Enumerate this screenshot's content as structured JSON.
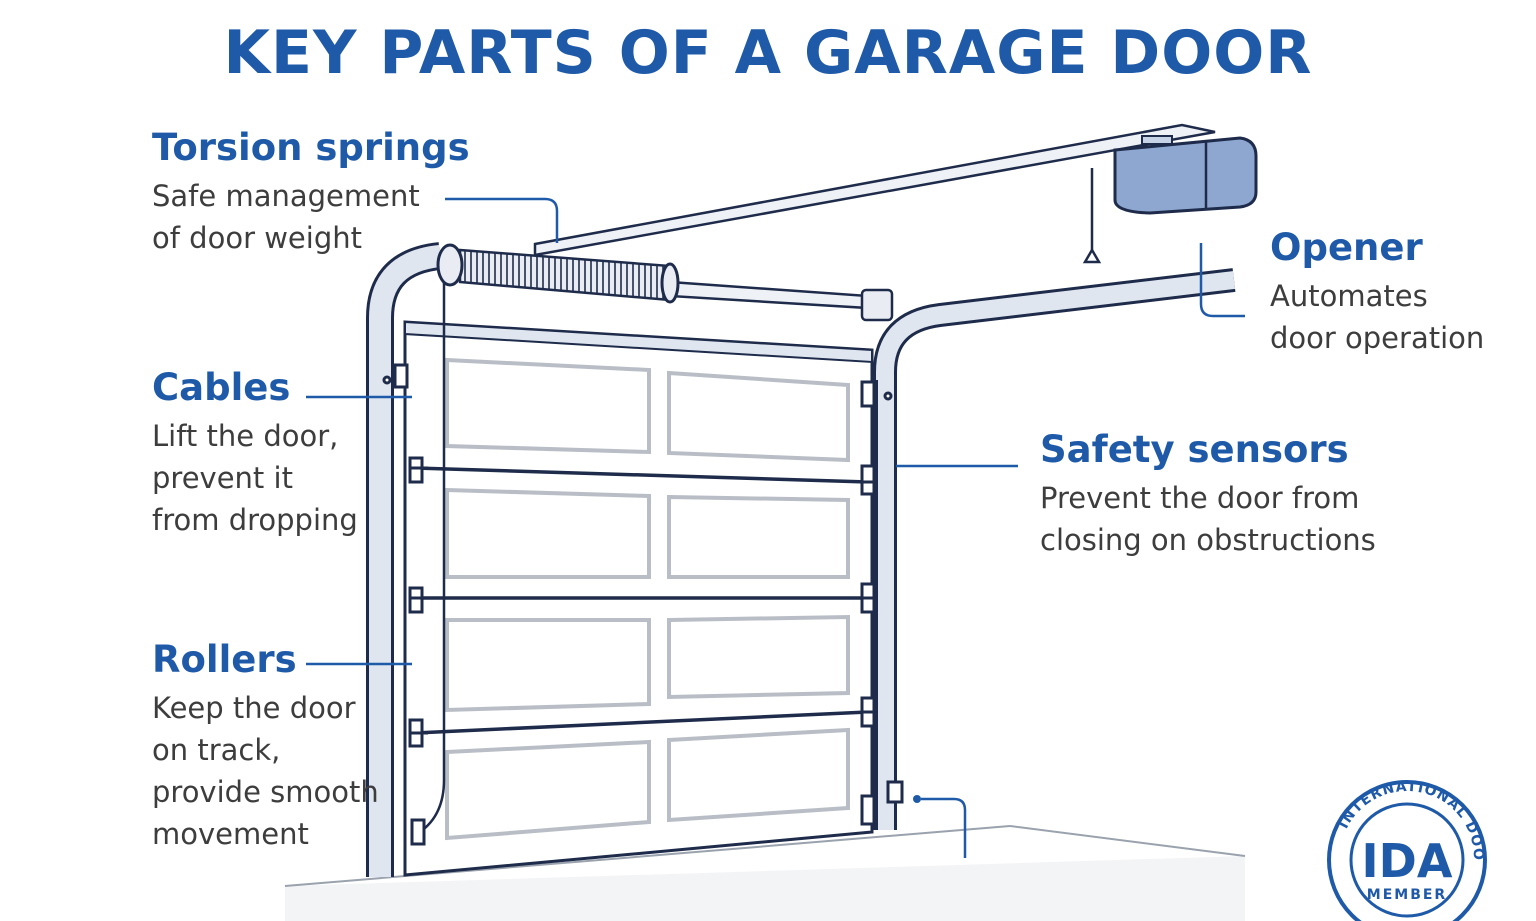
{
  "title": "KEY PARTS OF A GARAGE DOOR",
  "colors": {
    "accent": "#1f5aa8",
    "body_text": "#3d3d3d",
    "outline": "#1e2b4a",
    "track_fill": "#dfe6f0",
    "opener_fill": "#7f9cc9",
    "panel_border": "#b9bec6"
  },
  "labels": {
    "torsion_springs": {
      "title": "Torsion springs",
      "lines": [
        "Safe management",
        "of door weight"
      ]
    },
    "opener": {
      "title": "Opener",
      "lines": [
        "Automates",
        "door operation"
      ]
    },
    "cables": {
      "title": "Cables",
      "lines": [
        "Lift the door,",
        "prevent it",
        "from dropping"
      ]
    },
    "safety_sensors": {
      "title": "Safety sensors",
      "lines": [
        "Prevent the door from",
        "closing on obstructions"
      ]
    },
    "rollers": {
      "title": "Rollers",
      "lines": [
        "Keep the door",
        "on track,",
        "provide smooth",
        "movement"
      ]
    }
  },
  "badge": {
    "name": "IDA",
    "member": "MEMBER",
    "ring_text": "INTERNATIONAL DOOR ASSOCIATION"
  }
}
